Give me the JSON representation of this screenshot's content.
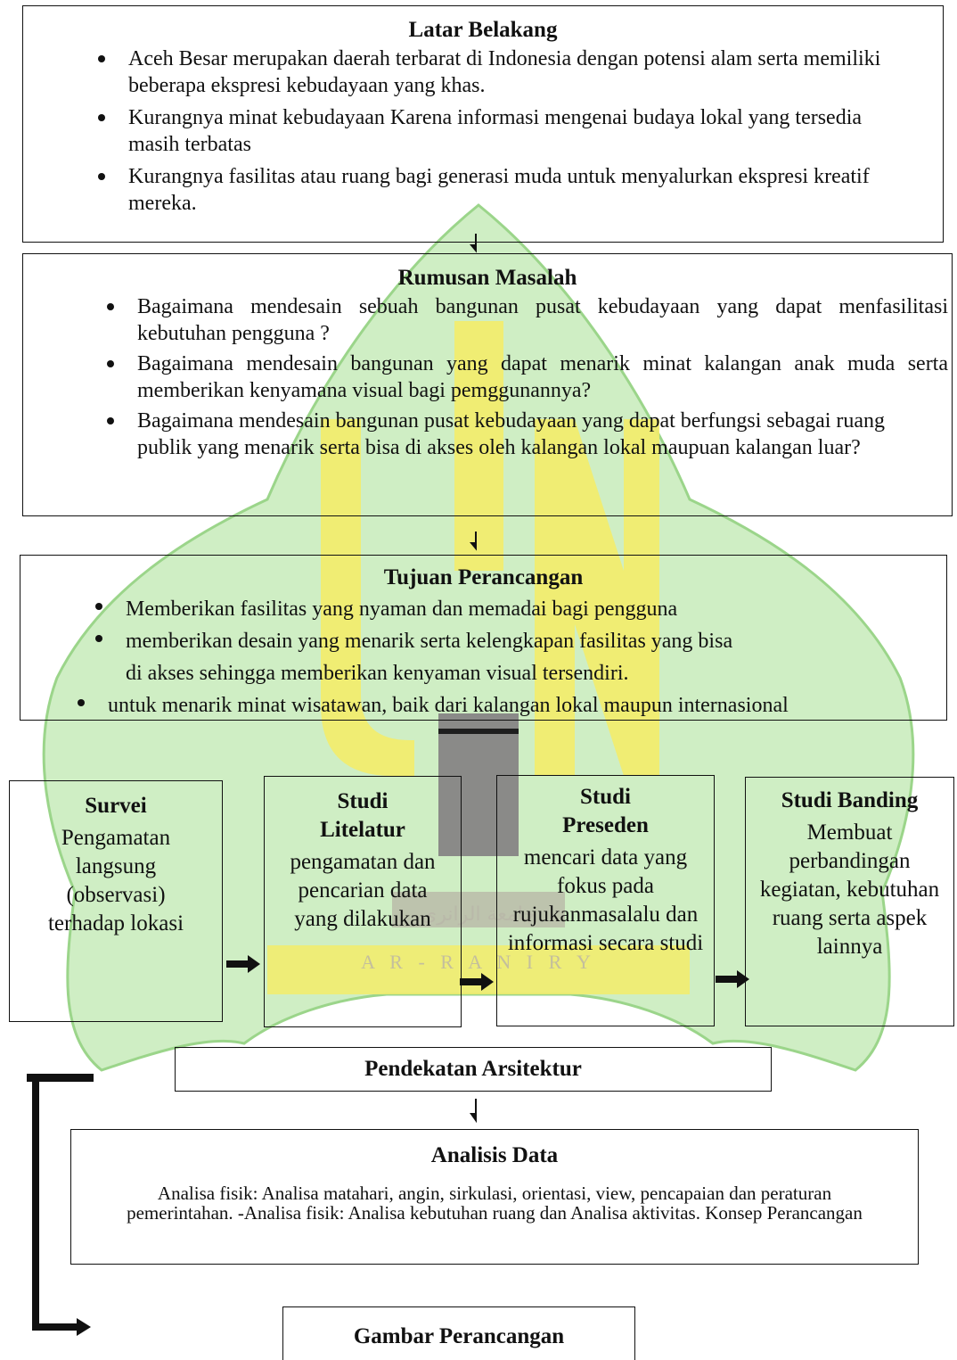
{
  "watermark": {
    "text_arabic": "جامعة الرانري",
    "text_latin": "A R - R A N I R Y",
    "colors": {
      "green": "#cfeec4",
      "yellow": "#f3ec6a",
      "gray": "#8a8a88"
    }
  },
  "latar": {
    "title": "Latar Belakang",
    "items": [
      "Aceh Besar merupakan daerah terbarat di Indonesia dengan potensi alam serta memiliki beberapa ekspresi kebudayaan yang khas.",
      "Kurangnya minat kebudayaan Karena informasi mengenai budaya lokal yang tersedia masih terbatas",
      "Kurangnya  fasilitas atau ruang bagi generasi muda untuk menyalurkan ekspresi kreatif mereka."
    ]
  },
  "rumusan": {
    "title": "Rumusan Masalah",
    "items": [
      "Bagaimana mendesain sebuah bangunan pusat kebudayaan yang dapat menfasilitasi kebutuhan pengguna ?",
      "Bagaimana mendesain bangunan yang dapat menarik minat  kalangan anak muda serta memberikan kenyamana visual bagi pemggunannya?",
      "Bagaimana mendesain bangunan pusat kebudayaan yang dapat berfungsi sebagai ruang publik yang menarik serta bisa di akses oleh kalangan lokal maupuan kalangan luar?"
    ]
  },
  "tujuan": {
    "title": "Tujuan Perancangan",
    "items": [
      "Memberikan fasilitas yang nyaman dan memadai bagi pengguna",
      "memberikan desain yang menarik  serta kelengkapan fasilitas yang bisa",
      "di akses sehingga memberikan kenyaman visual tersendiri.",
      "untuk menarik minat wisatawan, baik dari kalangan lokal maupun internasional"
    ]
  },
  "studies": [
    {
      "title": "Survei",
      "text": "Pengamatan langsung (observasi) terhadap lokasi"
    },
    {
      "title": "Studi Litelatur",
      "text": "pengamatan dan pencarian data yang dilakukan"
    },
    {
      "title": "Studi Preseden",
      "text": "mencari data yang fokus pada rujukanmasalalu dan informasi secara studi"
    },
    {
      "title": "Studi Banding",
      "text": "Membuat perbandingan kegiatan, kebutuhan ruang serta aspek lainnya"
    }
  ],
  "pendekatan": {
    "title": "Pendekatan Arsitektur"
  },
  "analisis": {
    "title": "Analisis Data",
    "text": "Analisa fisik: Analisa matahari, angin, sirkulasi, orientasi, view, pencapaian dan peraturan pemerintahan. -Analisa fisik: Analisa kebutuhan ruang dan Analisa aktivitas. Konsep Perancangan"
  },
  "gambar": {
    "title": "Gambar Perancangan"
  }
}
